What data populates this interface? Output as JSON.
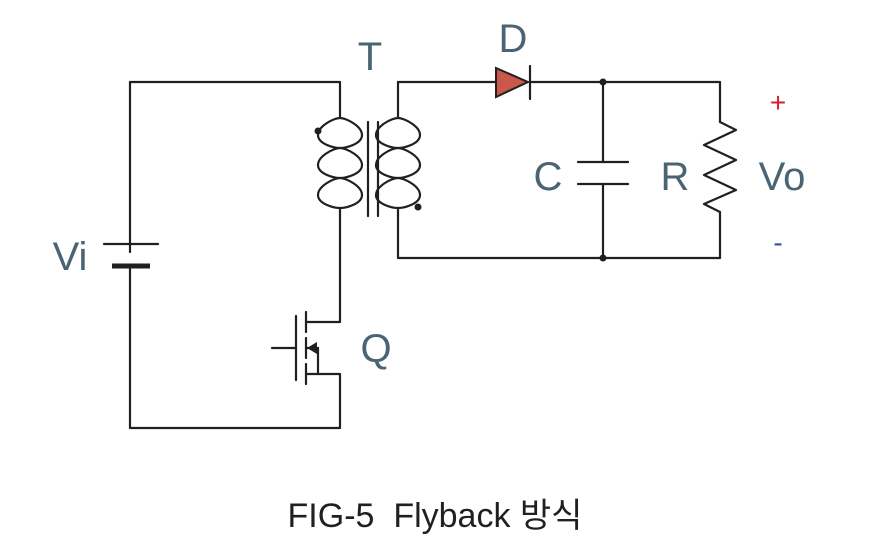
{
  "colors": {
    "wire": "#231f20",
    "label": "#4a6473",
    "diode": "#c8584a",
    "plus": "#d2222d",
    "minus": "#3a4fa0"
  },
  "labels": {
    "transformer": "T",
    "diode": "D",
    "capacitor": "C",
    "resistor": "R",
    "output_voltage": "Vo",
    "input_voltage": "Vi",
    "switch": "Q",
    "plus": "+",
    "minus": "-"
  },
  "caption": "FIG-5  Flyback 방식"
}
